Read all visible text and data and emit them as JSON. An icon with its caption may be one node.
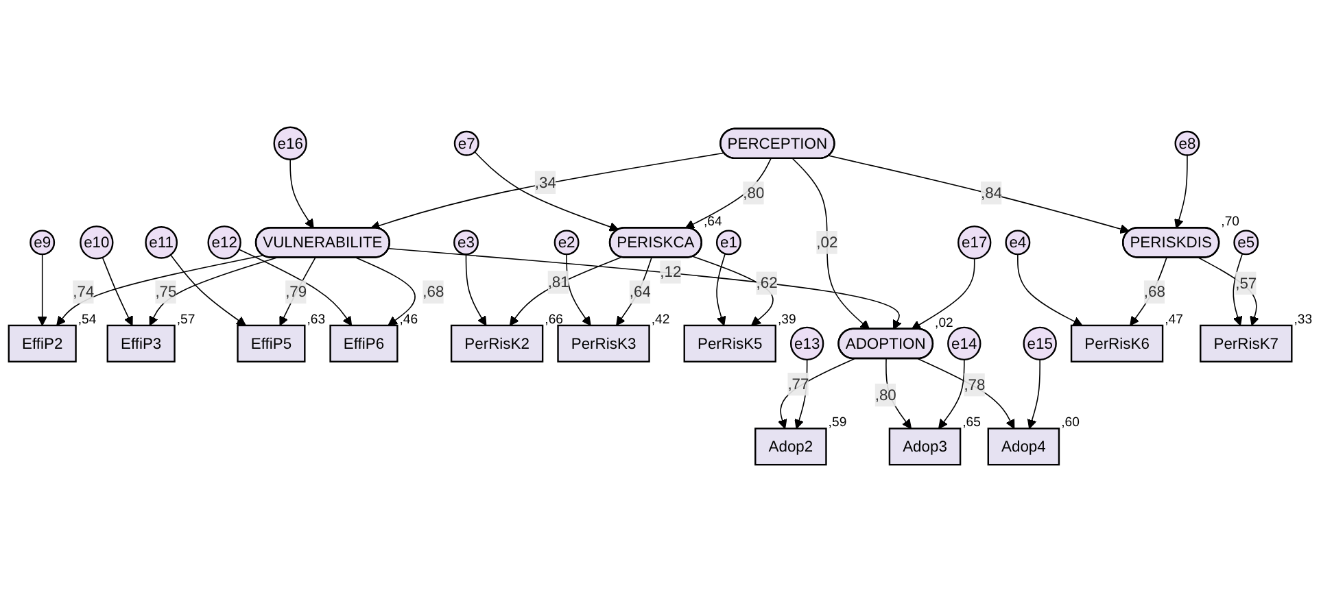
{
  "diagram": {
    "nodes": [
      {
        "text": [
          "e9"
        ]
      },
      {
        "text": [
          "e10"
        ]
      },
      {
        "text": [
          "e11"
        ]
      },
      {
        "text": [
          "e12"
        ]
      },
      {
        "text": [
          "EffiP2"
        ],
        "beside": [
          ",54"
        ]
      },
      {
        "text": [
          "EffiP3"
        ],
        "beside": [
          ",57"
        ]
      },
      {
        "text": [
          "e16"
        ]
      },
      {
        "text": [
          "EffiP5"
        ],
        "beside": [
          ",63"
        ]
      },
      {
        "text": [
          "EffiP6"
        ],
        "beside": [
          ",46"
        ]
      },
      {
        "text": [
          "VULNERABILITE"
        ]
      },
      {
        "text": [
          "e7"
        ]
      },
      {
        "text": [
          "e3"
        ]
      },
      {
        "text": [
          "PerRisK2"
        ],
        "beside": [
          ",66"
        ]
      },
      {
        "text": [
          "PERISKCA"
        ],
        "beside": [
          ",64"
        ]
      },
      {
        "text": [
          "e2"
        ]
      },
      {
        "text": [
          "PerRisK3"
        ],
        "beside": [
          ",42"
        ]
      },
      {
        "text": [
          "e1"
        ]
      },
      {
        "text": [
          "PerRisK5"
        ],
        "beside": [
          ",39"
        ]
      },
      {
        "text": [
          "e17"
        ]
      },
      {
        "text": [
          "ADOPTION"
        ],
        "beside": [
          ",02"
        ]
      },
      {
        "text": [
          "Adop2"
        ],
        "beside": [
          ",59"
        ]
      },
      {
        "text": [
          "e13"
        ]
      },
      {
        "text": [
          "PERCEPTION"
        ]
      },
      {
        "text": [
          "Adop3"
        ],
        "beside": [
          ",65"
        ]
      },
      {
        "text": [
          "e14"
        ]
      },
      {
        "text": [
          "e8"
        ]
      },
      {
        "text": [
          "Adop4"
        ],
        "beside": [
          ",60"
        ]
      },
      {
        "text": [
          "e15"
        ]
      },
      {
        "text": [
          "e4"
        ]
      },
      {
        "text": [
          "PerRisK6"
        ],
        "beside": [
          ",47"
        ]
      },
      {
        "text": [
          "PERISKDIS"
        ],
        "beside": [
          ",70"
        ]
      },
      {
        "text": [
          "e5"
        ]
      },
      {
        "text": [
          "PerRisK7"
        ],
        "beside": [
          ",33"
        ]
      }
    ],
    "edges": [
      {
        "from": 0,
        "to": 4,
        "arrow": "to"
      },
      {
        "from": 1,
        "to": 5,
        "arrow": "to"
      },
      {
        "from": 2,
        "to": 7,
        "arrow": "to"
      },
      {
        "from": 3,
        "to": 8,
        "arrow": "to"
      },
      {
        "from": 6,
        "to": 9,
        "arrow": "to"
      },
      {
        "from": 9,
        "to": 4,
        "arrow": "to",
        "label": ",74"
      },
      {
        "from": 9,
        "to": 5,
        "arrow": "to",
        "label": ",75"
      },
      {
        "from": 9,
        "to": 7,
        "arrow": "to",
        "label": ",79"
      },
      {
        "from": 9,
        "to": 8,
        "arrow": "to",
        "label": ",68"
      },
      {
        "from": 10,
        "to": 13,
        "arrow": "to"
      },
      {
        "from": 11,
        "to": 12,
        "arrow": "to"
      },
      {
        "from": 13,
        "to": 12,
        "arrow": "to",
        "label": ",81"
      },
      {
        "from": 14,
        "to": 15,
        "arrow": "to"
      },
      {
        "from": 13,
        "to": 15,
        "arrow": "to",
        "label": ",64"
      },
      {
        "from": 16,
        "to": 17,
        "arrow": "to"
      },
      {
        "from": 13,
        "to": 17,
        "arrow": "to",
        "label": ",62"
      },
      {
        "from": 22,
        "to": 13,
        "arrow": "to",
        "label": ",80"
      },
      {
        "from": 22,
        "to": 30,
        "arrow": "to",
        "label": ",84"
      },
      {
        "from": 22,
        "to": 9,
        "arrow": "to",
        "label": ",34"
      },
      {
        "from": 22,
        "to": 19,
        "arrow": "to",
        "label": ",02"
      },
      {
        "from": 9,
        "to": 19,
        "arrow": "to",
        "label": ",12"
      },
      {
        "from": 18,
        "to": 19,
        "arrow": "to"
      },
      {
        "from": 19,
        "to": 20,
        "arrow": "to",
        "label": ",77"
      },
      {
        "from": 19,
        "to": 23,
        "arrow": "to",
        "label": ",80"
      },
      {
        "from": 19,
        "to": 26,
        "arrow": "to",
        "label": ",78"
      },
      {
        "from": 21,
        "to": 20,
        "arrow": "to"
      },
      {
        "from": 24,
        "to": 23,
        "arrow": "to"
      },
      {
        "from": 27,
        "to": 26,
        "arrow": "to"
      },
      {
        "from": 25,
        "to": 30,
        "arrow": "to"
      },
      {
        "from": 28,
        "to": 29,
        "arrow": "to"
      },
      {
        "from": 31,
        "to": 32,
        "arrow": "to"
      },
      {
        "from": 30,
        "to": 29,
        "arrow": "to",
        "label": ",68"
      },
      {
        "from": 30,
        "to": 32,
        "arrow": "to",
        "label": ",57"
      }
    ]
  }
}
